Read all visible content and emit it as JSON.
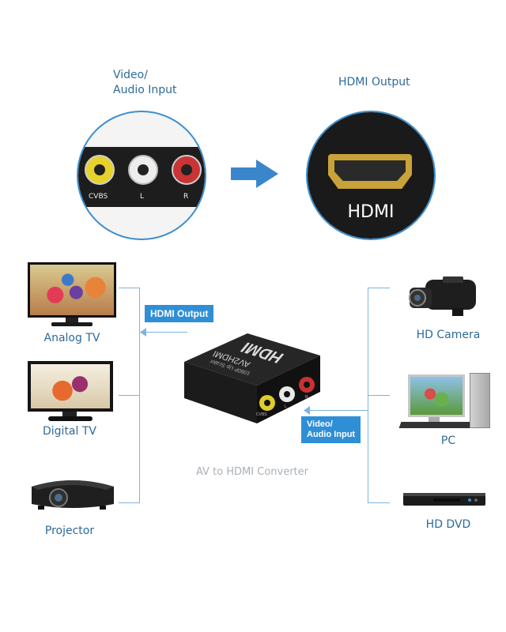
{
  "top": {
    "input_label_line1": "Video/",
    "input_label_line2": "Audio Input",
    "output_label": "HDMI Output",
    "jacks": [
      "CVBS",
      "L",
      "R"
    ],
    "hdmi_text": "HDMI"
  },
  "left_devices": [
    "Analog TV",
    "Digital TV",
    "Projector"
  ],
  "right_devices": [
    "HD Camera",
    "PC",
    "HD DVD"
  ],
  "tags": {
    "hdmi_output": "HDMI Output",
    "video_audio_line1": "Video/",
    "video_audio_line2": "Audio Input"
  },
  "converter": {
    "brand": "HDMI",
    "model": "AV2HDMI",
    "sub": "1080P Up Scaler",
    "jack_labels": [
      "CVBS",
      "L",
      "R"
    ],
    "caption": "AV to HDMI Converter"
  },
  "colors": {
    "accent": "#2f8fd6",
    "line": "#7fb3e0",
    "text": "#2e6a99"
  }
}
